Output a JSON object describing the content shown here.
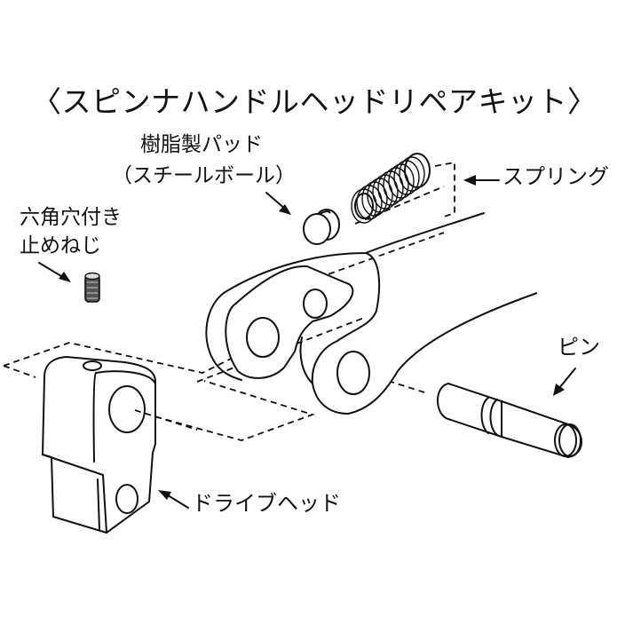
{
  "diagram": {
    "title": "〈スピンナハンドルヘッドリペアキット〉",
    "labels": {
      "resin_pad_line1": "樹脂製パッド",
      "resin_pad_line2": "（スチールボール）",
      "set_screw_line1": "六角穴付き",
      "set_screw_line2": "止めねじ",
      "spring": "スプリング",
      "pin": "ピン",
      "drive_head": "ドライブヘッド"
    },
    "parts": [
      {
        "id": "set-screw",
        "name": "六角穴付き止めねじ",
        "icon": "set-screw-icon"
      },
      {
        "id": "resin-pad",
        "name": "樹脂製パッド（スチールボール）",
        "icon": "pad-icon"
      },
      {
        "id": "spring",
        "name": "スプリング",
        "icon": "spring-icon"
      },
      {
        "id": "handle",
        "name": "",
        "icon": "handle-knuckle-icon"
      },
      {
        "id": "pin",
        "name": "ピン",
        "icon": "pin-icon"
      },
      {
        "id": "drive-head",
        "name": "ドライブヘッド",
        "icon": "drive-head-icon"
      }
    ],
    "colors": {
      "line": "#111111",
      "background": "#ffffff"
    }
  }
}
